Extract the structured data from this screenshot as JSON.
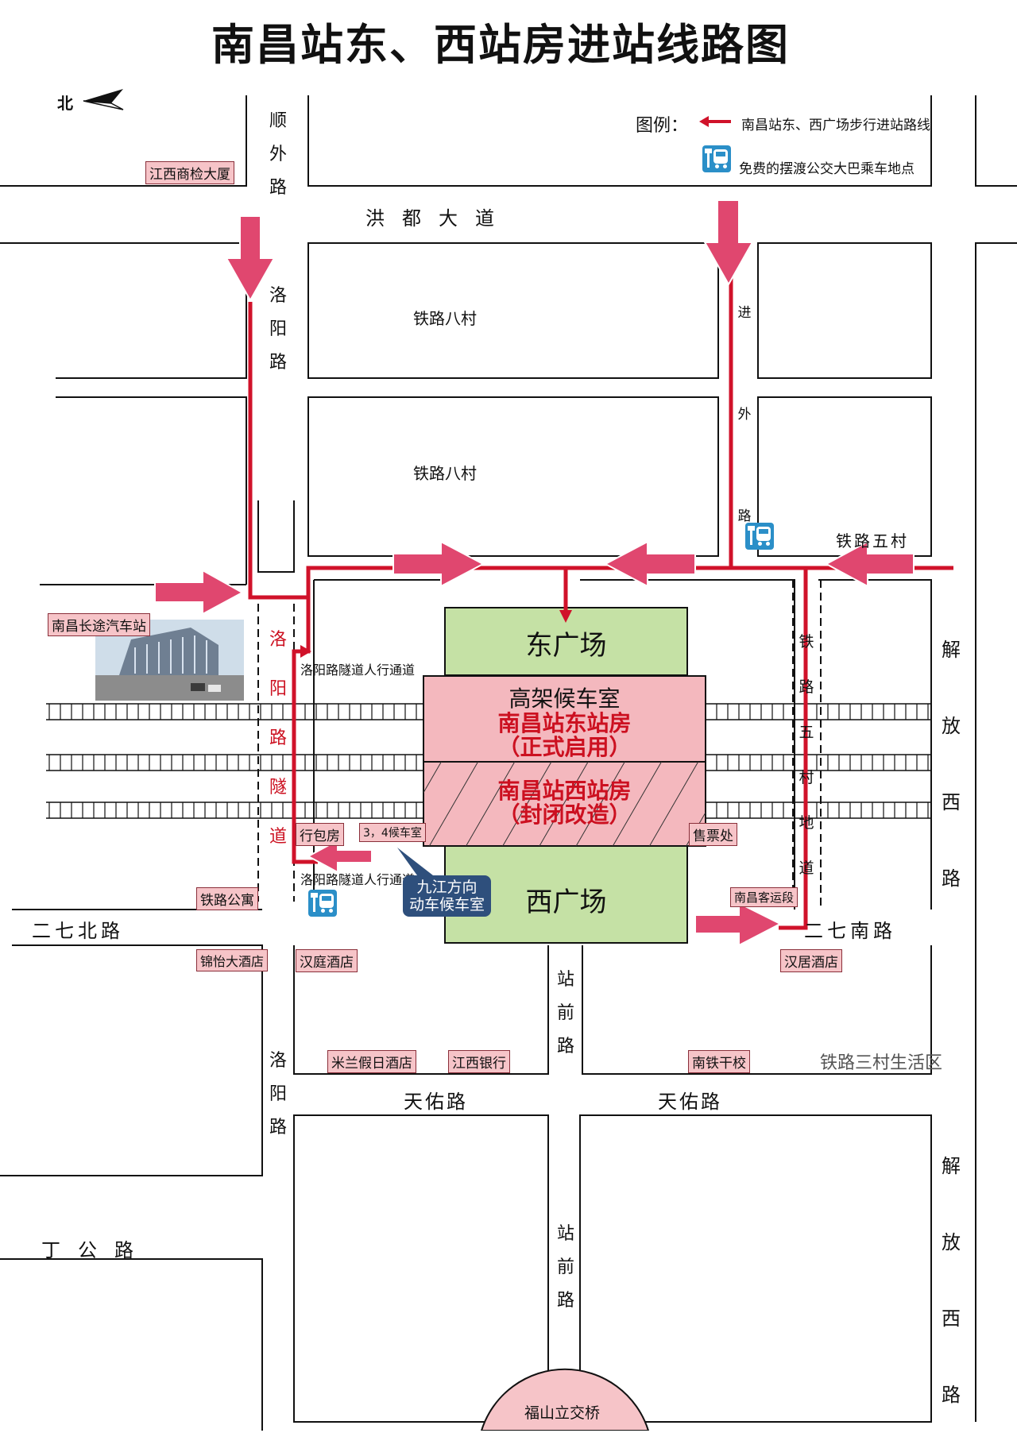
{
  "title": "南昌站东、西站房进站线路图",
  "compass": {
    "north": "北"
  },
  "legend": {
    "heading": "图例：",
    "route": "南昌站东、西广场步行进站路线",
    "bus": "免费的摆渡公交大巴乘车地点"
  },
  "roads": {
    "hongdu": "洪都大道",
    "shunwai": [
      "顺",
      "外",
      "路"
    ],
    "luoyang_north": [
      "洛",
      "阳",
      "路"
    ],
    "luoyang_south": [
      "洛",
      "阳",
      "路"
    ],
    "luoyang_tunnel": [
      "洛",
      "阳",
      "路",
      "隧",
      "道"
    ],
    "jinwai": [
      "进",
      "外",
      "路"
    ],
    "tielu_wucun": "铁路五村",
    "tielu_wu_tunnel": [
      "铁",
      "路",
      "五",
      "村",
      "地",
      "道"
    ],
    "jiefang_west_1": [
      "解",
      "放",
      "西",
      "路"
    ],
    "jiefang_west_2": [
      "解",
      "放",
      "西",
      "路"
    ],
    "erqi_north": "二七北路",
    "erqi_south": "二七南路",
    "zhanqian_1": [
      "站",
      "前",
      "路"
    ],
    "zhanqian_2": [
      "站",
      "前",
      "路"
    ],
    "tianyou_1": "天佑路",
    "tianyou_2": "天佑路",
    "dinggong": "丁公路",
    "tielu_sancun": "铁路三村生活区",
    "tielu_bacun_1": "铁路八村",
    "tielu_bacun_2": "铁路八村",
    "tunnel_passage_1": "洛阳路隧道人行通道",
    "tunnel_passage_2": "洛阳路隧道人行通道"
  },
  "pois": {
    "jiangxi_shangjian": "江西商检大厦",
    "changtu": "南昌长途汽车站",
    "xingbaofang": "行包房",
    "houcheshi34": "3，4候车室",
    "shoupiao": "售票处",
    "keyunduan": "南昌客运段",
    "tielu_gongyu": "铁路公寓",
    "jinyi": "锦怡大酒店",
    "hanting": "汉庭酒店",
    "hanju": "汉居酒店",
    "milan": "米兰假日酒店",
    "jiangxi_bank": "江西银行",
    "nantie": "南铁干校",
    "fushan": "福山立交桥"
  },
  "station": {
    "east_plaza": "东广场",
    "west_plaza": "西广场",
    "waiting_room": "高架候车室",
    "east_building_1": "南昌站东站房",
    "east_building_2": "（正式启用）",
    "west_building_1": "南昌站西站房",
    "west_building_2": "（封闭改造）",
    "callout_1": "九江方向",
    "callout_2": "动车候车室"
  },
  "colors": {
    "route_red": "#d0122a",
    "arrow_pink": "#e0476f",
    "plaza_green": "#c5e1a5",
    "station_pink": "#f4b8be",
    "poi_pink": "#f6c4c8",
    "bus_blue": "#2b8fc8",
    "callout_navy": "#2e4f7c"
  },
  "icons": [
    "north-arrow-icon",
    "bus-stop-icon",
    "route-arrow-icon"
  ]
}
